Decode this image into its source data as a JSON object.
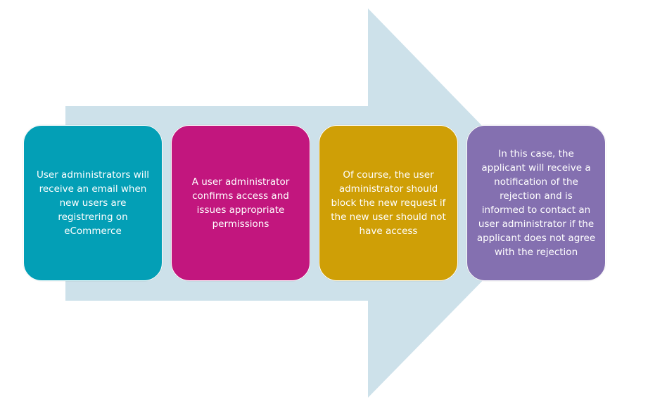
{
  "colors": {
    "arrow": "#cde1ea",
    "step_1": "#039fb6",
    "step_2": "#c2167e",
    "step_3": "#cf9f06",
    "step_4": "#8470b0",
    "text": "#ffffff"
  },
  "steps": [
    {
      "text": "User administrators will\nreceive an email when\nnew users are\nregistrering on\neCommerce"
    },
    {
      "text": "A user administrator\nconfirms access and\nissues appropriate\npermissions"
    },
    {
      "text": "Of course, the user\nadministrator should\nblock the new request if\nthe new user should not\nhave access"
    },
    {
      "text": "In this case, the\napplicant will receive a\nnotification of the\nrejection and is\ninformed to contact an\nuser administrator if the\napplicant does not agree\nwith the rejection"
    }
  ]
}
